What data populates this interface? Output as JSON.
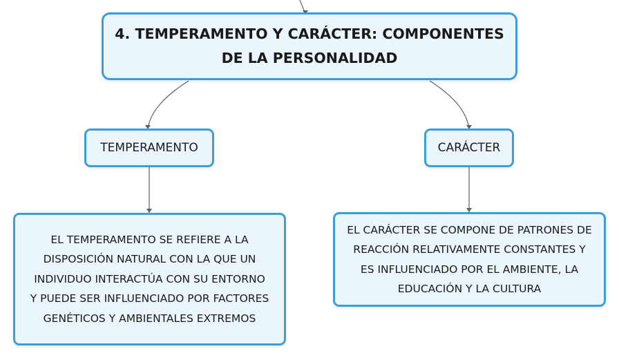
{
  "diagram": {
    "title": {
      "line1": "4. TEMPERAMENTO Y CARÁCTER: COMPONENTES",
      "line2": "DE LA PERSONALIDAD"
    },
    "branches": [
      {
        "label": "TEMPERAMENTO",
        "description": [
          "EL TEMPERAMENTO SE REFIERE A LA",
          "DISPOSICIÓN NATURAL CON LA QUE UN",
          "INDIVIDUO INTERACTÚA CON SU ENTORNO",
          "Y PUEDE SER INFLUENCIADO POR FACTORES",
          "GENÉTICOS Y AMBIENTALES EXTREMOS"
        ]
      },
      {
        "label": "CARÁCTER",
        "description": [
          "EL CARÁCTER SE COMPONE DE PATRONES DE",
          "REACCIÓN RELATIVAMENTE CONSTANTES Y",
          "ES INFLUENCIADO POR EL AMBIENTE, LA",
          "EDUCACIÓN Y LA CULTURA"
        ]
      }
    ],
    "colors": {
      "node_border": "#3d9ddb",
      "node_fill": "#eaf5fc",
      "connector": "#5f5f5f",
      "text": "#1a1a1a"
    }
  }
}
